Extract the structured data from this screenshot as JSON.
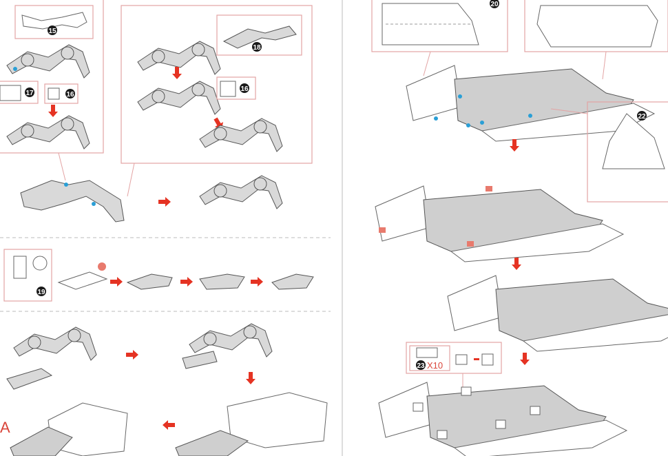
{
  "steps": {
    "s15": "15",
    "s17": "17",
    "s16a": "16",
    "s18": "18",
    "s16b": "16",
    "s19": "19",
    "s20": "20",
    "s22": "22",
    "s23": "23",
    "s23_qty": "X10"
  },
  "section_label": "A",
  "colors": {
    "accent_arrow": "#e53323",
    "callout_border": "#e3a3a3",
    "marker_blue": "#2a9fd6",
    "marker_green": "#7ac943"
  }
}
